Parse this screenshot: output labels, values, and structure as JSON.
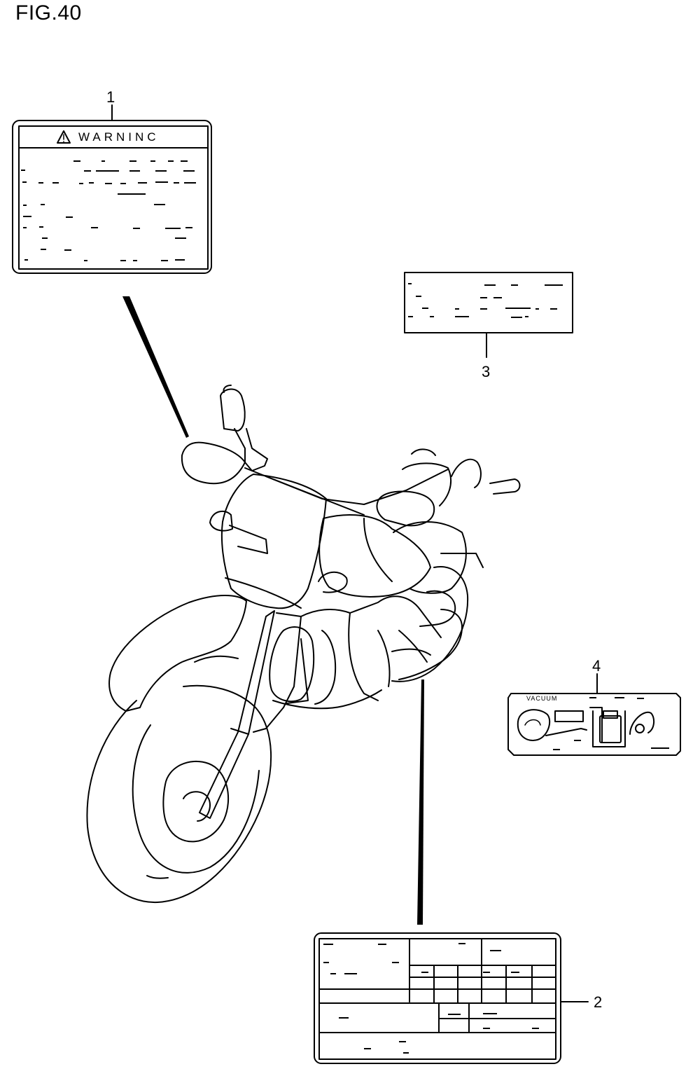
{
  "figure": {
    "title": "FIG.40"
  },
  "callouts": {
    "c1": "1",
    "c2": "2",
    "c3": "3",
    "c4": "4"
  },
  "labels": {
    "warning_title": "WARNINC",
    "vacuum_label": "VACUUM"
  },
  "icons": {
    "warning": "warning-triangle-icon"
  }
}
